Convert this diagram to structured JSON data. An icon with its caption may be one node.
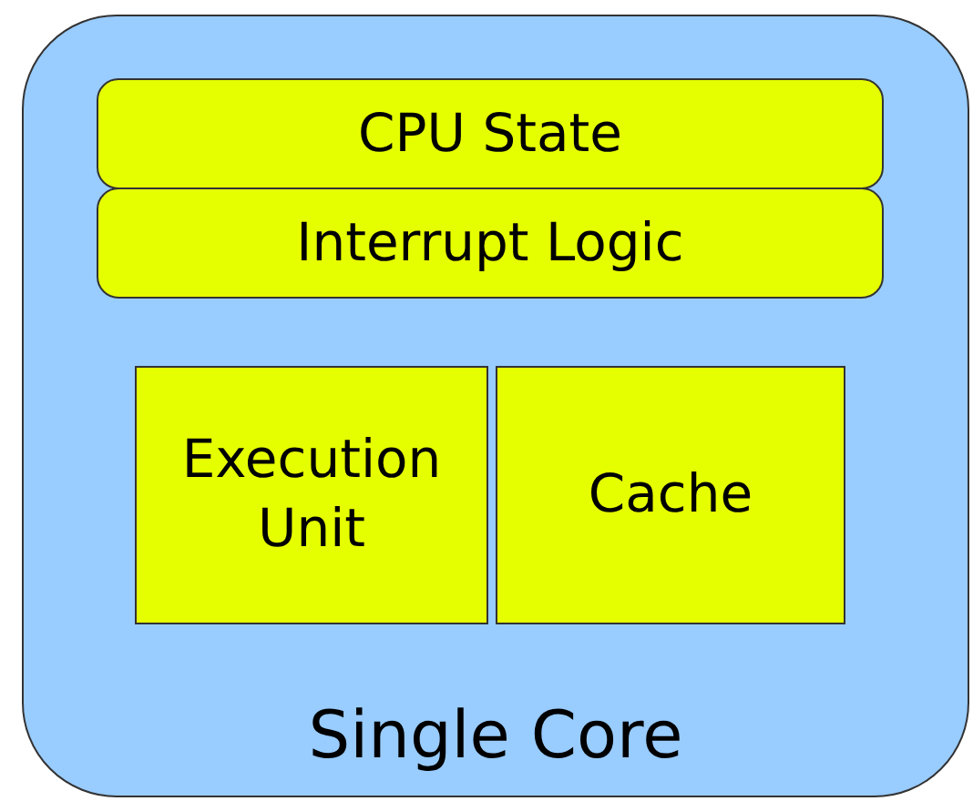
{
  "diagram": {
    "nodes": [
      {
        "text": [
          "Single Core"
        ]
      },
      {
        "text": [
          "CPU State"
        ],
        "in": 0
      },
      {
        "text": [
          "Interrupt Logic"
        ],
        "in": 0
      },
      {
        "text": [
          "Execution Unit"
        ],
        "in": 0
      },
      {
        "text": [
          "Cache"
        ],
        "in": 0
      }
    ]
  }
}
